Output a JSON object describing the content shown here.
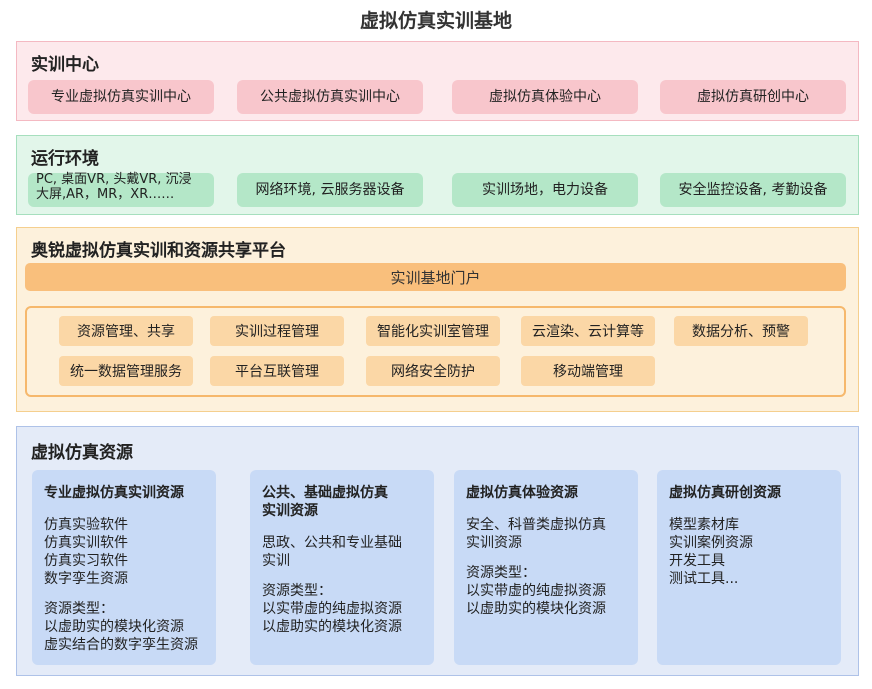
{
  "page_title": "虚拟仿真实训基地",
  "center": {
    "title": "实训中心",
    "items": [
      "专业虚拟仿真实训中心",
      "公共虚拟仿真实训中心",
      "虚拟仿真体验中心",
      "虚拟仿真研创中心"
    ]
  },
  "env": {
    "title": "运行环境",
    "item0_line1": "PC, 桌面VR, 头戴VR, 沉浸",
    "item0_line2": "大屏,AR，MR，XR……",
    "items": [
      "网络环境, 云服务器设备",
      "实训场地，电力设备",
      "安全监控设备, 考勤设备"
    ]
  },
  "platform": {
    "title": "奥锐虚拟仿真实训和资源共享平台",
    "portal": "实训基地门户",
    "modules": [
      "资源管理、共享",
      "实训过程管理",
      "智能化实训室管理",
      "云渲染、云计算等",
      "数据分析、预警",
      "统一数据管理服务",
      "平台互联管理",
      "网络安全防护",
      "移动端管理"
    ]
  },
  "resources": {
    "title": "虚拟仿真资源",
    "cards": [
      {
        "title": "专业虚拟仿真实训资源",
        "lines": [
          "仿真实验软件",
          "仿真实训软件",
          "仿真实习软件",
          "数字孪生资源"
        ],
        "type_label": "资源类型：",
        "type_lines": [
          "以虚助实的模块化资源",
          "虚实结合的数字孪生资源"
        ]
      },
      {
        "title_line1": "公共、基础虚拟仿真",
        "title_line2": "实训资源",
        "lines": [
          "思政、公共和专业基础",
          "实训"
        ],
        "type_label": "资源类型：",
        "type_lines": [
          "以实带虚的纯虚拟资源",
          "以虚助实的模块化资源"
        ]
      },
      {
        "title": "虚拟仿真体验资源",
        "lines": [
          "安全、科普类虚拟仿真",
          "实训资源"
        ],
        "type_label": "资源类型：",
        "type_lines": [
          "以实带虚的纯虚拟资源",
          "以虚助实的模块化资源"
        ]
      },
      {
        "title": "虚拟仿真研创资源",
        "lines": [
          "模型素材库",
          "实训案例资源",
          "开发工具",
          "测试工具..."
        ]
      }
    ]
  },
  "colors": {
    "center_bg": "#fde9ec",
    "center_pill": "#f8c6cc",
    "env_bg": "#e2f6ea",
    "env_pill": "#b4e7c8",
    "platform_bg": "#fdf1dc",
    "portal": "#f9bf7c",
    "module": "#fbd7a6",
    "resources_bg": "#e4ebf8",
    "resource_card": "#c8daf6"
  }
}
